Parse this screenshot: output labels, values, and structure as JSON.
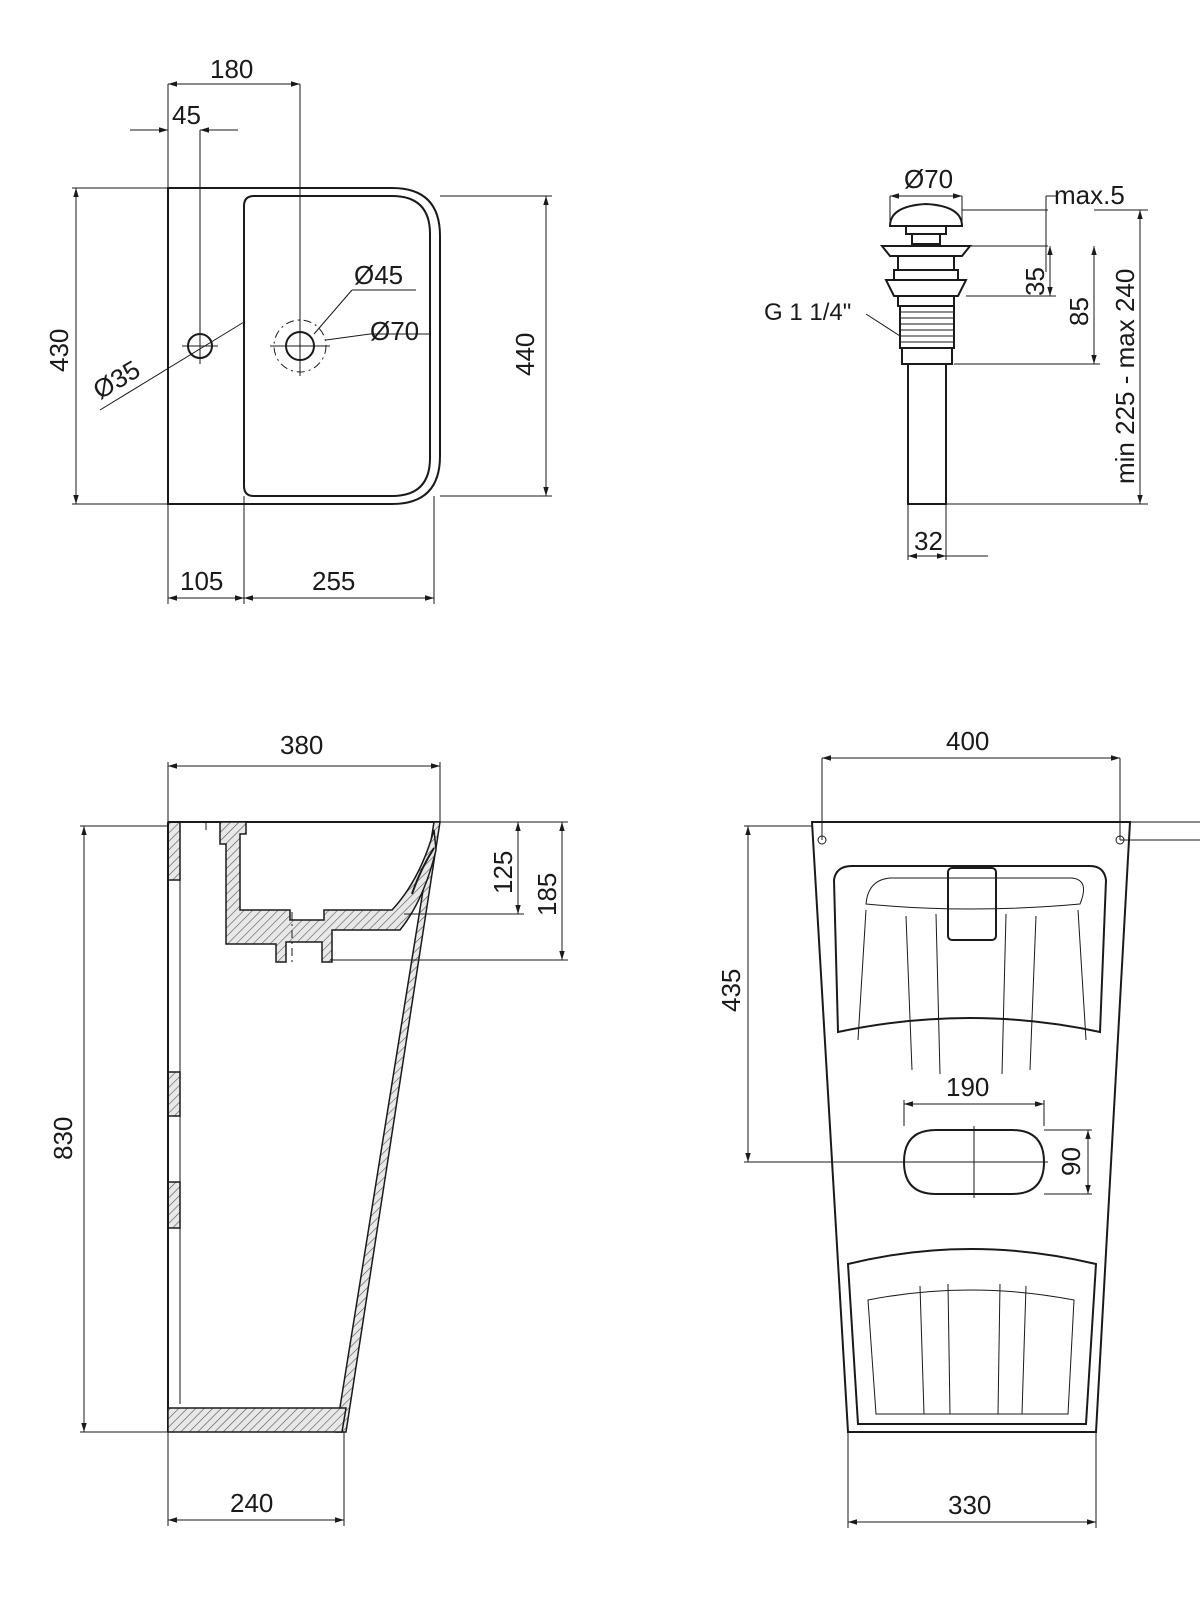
{
  "top_view": {
    "dim_180": "180",
    "dim_45": "45",
    "dim_430": "430",
    "dim_440": "440",
    "dim_d35": "Ø35",
    "dim_d45": "Ø45",
    "dim_d70": "Ø70",
    "dim_105": "105",
    "dim_255": "255"
  },
  "drain": {
    "dim_d70": "Ø70",
    "dim_max5": "max.5",
    "dim_35": "35",
    "dim_85": "85",
    "dim_range": "min 225 - max 240",
    "thread": "G 1 1/4\"",
    "dim_32": "32"
  },
  "side_view": {
    "dim_380": "380",
    "dim_125": "125",
    "dim_185": "185",
    "dim_830": "830",
    "dim_240": "240"
  },
  "rear_view": {
    "dim_400": "400",
    "dim_435": "435",
    "dim_190": "190",
    "dim_90": "90",
    "dim_330": "330"
  }
}
